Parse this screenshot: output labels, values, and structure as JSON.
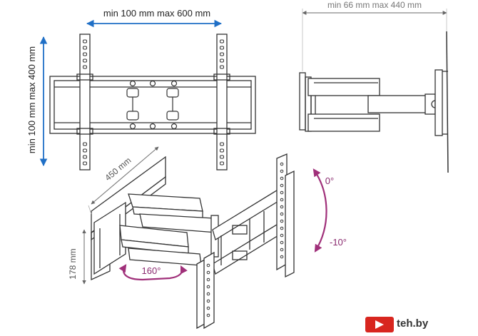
{
  "labels": {
    "width_range": "min 100 mm max 600 mm",
    "height_range": "min 100 mm max 400 mm",
    "depth_range": "min 66 mm max 440 mm",
    "arm_length": "450 mm",
    "arm_height": "178 mm",
    "swivel": "160°",
    "tilt_up": "0°",
    "tilt_down": "-10°"
  },
  "watermark": {
    "text": "teh.by"
  },
  "colors": {
    "dimension_arrow": "#1f6fc6",
    "rotation_arrow": "#a0307a",
    "line_art": "#333333",
    "brand_badge": "#d8261f"
  }
}
